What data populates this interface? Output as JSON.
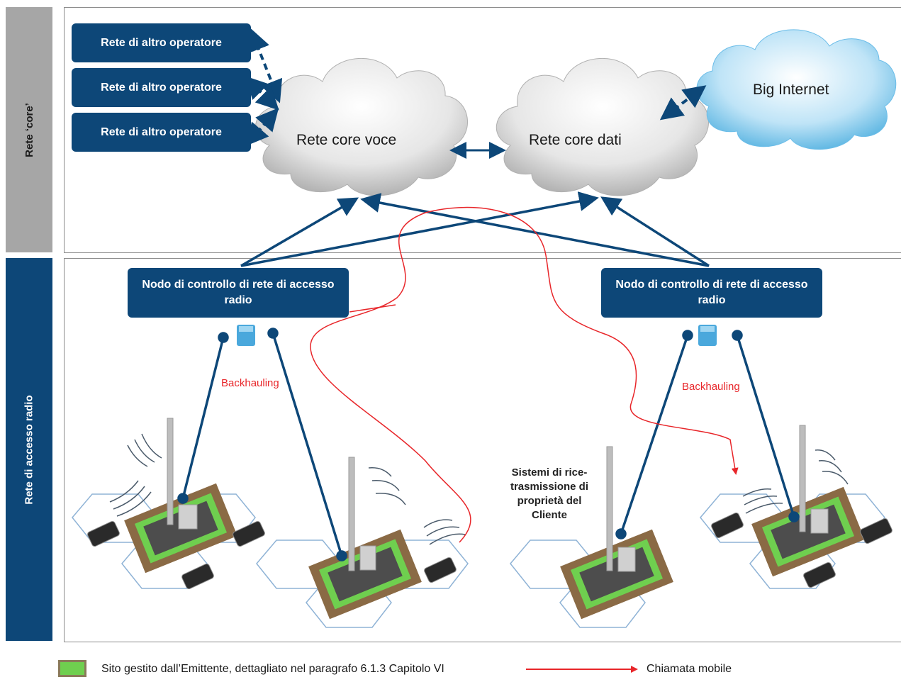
{
  "bands": {
    "core": "Rete ‘core’",
    "radio": "Rete di accesso radio"
  },
  "operators": [
    {
      "label": "Rete di altro operatore"
    },
    {
      "label": "Rete di altro operatore"
    },
    {
      "label": "Rete di altro operatore"
    }
  ],
  "clouds": {
    "voice": "Rete core voce",
    "data": "Rete core dati",
    "internet": "Big Internet"
  },
  "nodes": [
    {
      "label": "Nodo di controllo di rete di accesso radio"
    },
    {
      "label": "Nodo di controllo di rete di accesso radio"
    }
  ],
  "backhaul_label": "Backhauling",
  "customer_systems": "Sistemi di rice-trasmissione di proprietà del Cliente",
  "legend": {
    "site": "Sito gestito dall’Emittente, dettagliato nel paragrafo 6.1.3 Capitolo VI",
    "call": "Chiamata mobile"
  },
  "colors": {
    "navy": "#0d4778",
    "gray_band": "#a6a6a6",
    "call_red": "#e8262a",
    "site_green": "#6fcf4f"
  }
}
